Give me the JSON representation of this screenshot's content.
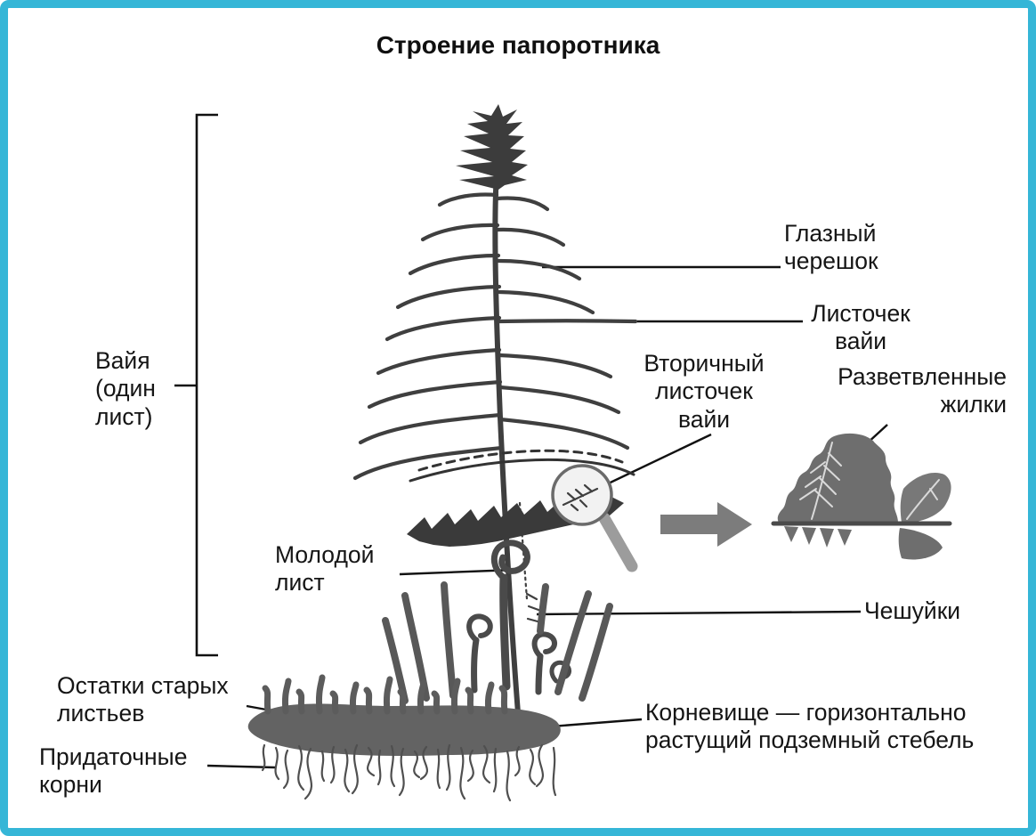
{
  "diagram": {
    "title": "Строение папоротника",
    "border_color": "#35b6d7",
    "ink_color": "#151515"
  },
  "labels": {
    "frond": "Вайя (один лист)",
    "main_petiole": "Глазный черешок",
    "frond_leaflet": "Листочек вайи",
    "secondary_leaflet": "Вторичный листочек вайи",
    "branched_veins": "Разветвленные жилки",
    "young_leaf": "Молодой лист",
    "scales": "Чешуйки",
    "old_leaf_remains": "Остатки старых листьев",
    "adventitious_roots": "Придаточные корни",
    "rhizome": "Корневище — горизонтально растущий подземный стебель"
  }
}
